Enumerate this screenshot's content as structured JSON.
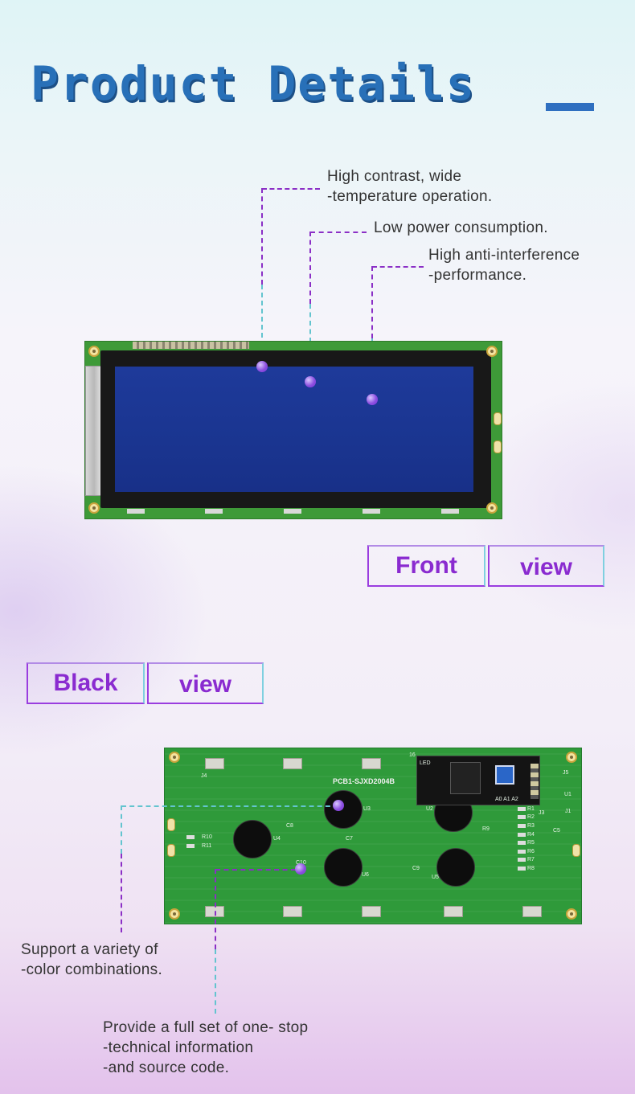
{
  "header": {
    "title": "Product Details"
  },
  "front": {
    "notes": [
      {
        "lines": [
          "High contrast, wide",
          "-temperature operation."
        ]
      },
      {
        "lines": [
          "Low power consumption."
        ]
      },
      {
        "lines": [
          "High anti-interference",
          "-performance."
        ]
      }
    ],
    "label_left": "Front",
    "label_right": "view"
  },
  "back": {
    "label_left": "Black",
    "label_right": "view",
    "notes": [
      {
        "lines": [
          "Support a variety of",
          "-color combinations."
        ]
      },
      {
        "lines": [
          "Provide a full set of one- stop",
          "-technical information",
          "-and source code."
        ]
      }
    ],
    "silkscreen": {
      "board_id": "PCB1-SJXD2004B",
      "u1": "U1",
      "u2": "U2",
      "u3": "U3",
      "u4": "U4",
      "u5": "U5",
      "u6": "U6",
      "r10": "R10",
      "r11": "R11",
      "c8": "C8",
      "c10": "C10",
      "c7": "C7",
      "c9": "C9",
      "r9": "R9",
      "j4": "J4",
      "j5": "J5",
      "j3": "J3",
      "j1": "J1",
      "c5": "C5",
      "led": "LED",
      "addr": "A0 A1 A2",
      "num16": "16",
      "r_labels": [
        "R1",
        "R2",
        "R3",
        "R4",
        "R5",
        "R6",
        "R7",
        "R8"
      ]
    }
  },
  "colors": {
    "title": "#2870b8",
    "accent": "#8a2bd0",
    "dash_purple": "#8b2fc6",
    "dash_cyan": "#63c4cf",
    "screen": "#1e3a9a",
    "pcb": "#3e9a38"
  }
}
